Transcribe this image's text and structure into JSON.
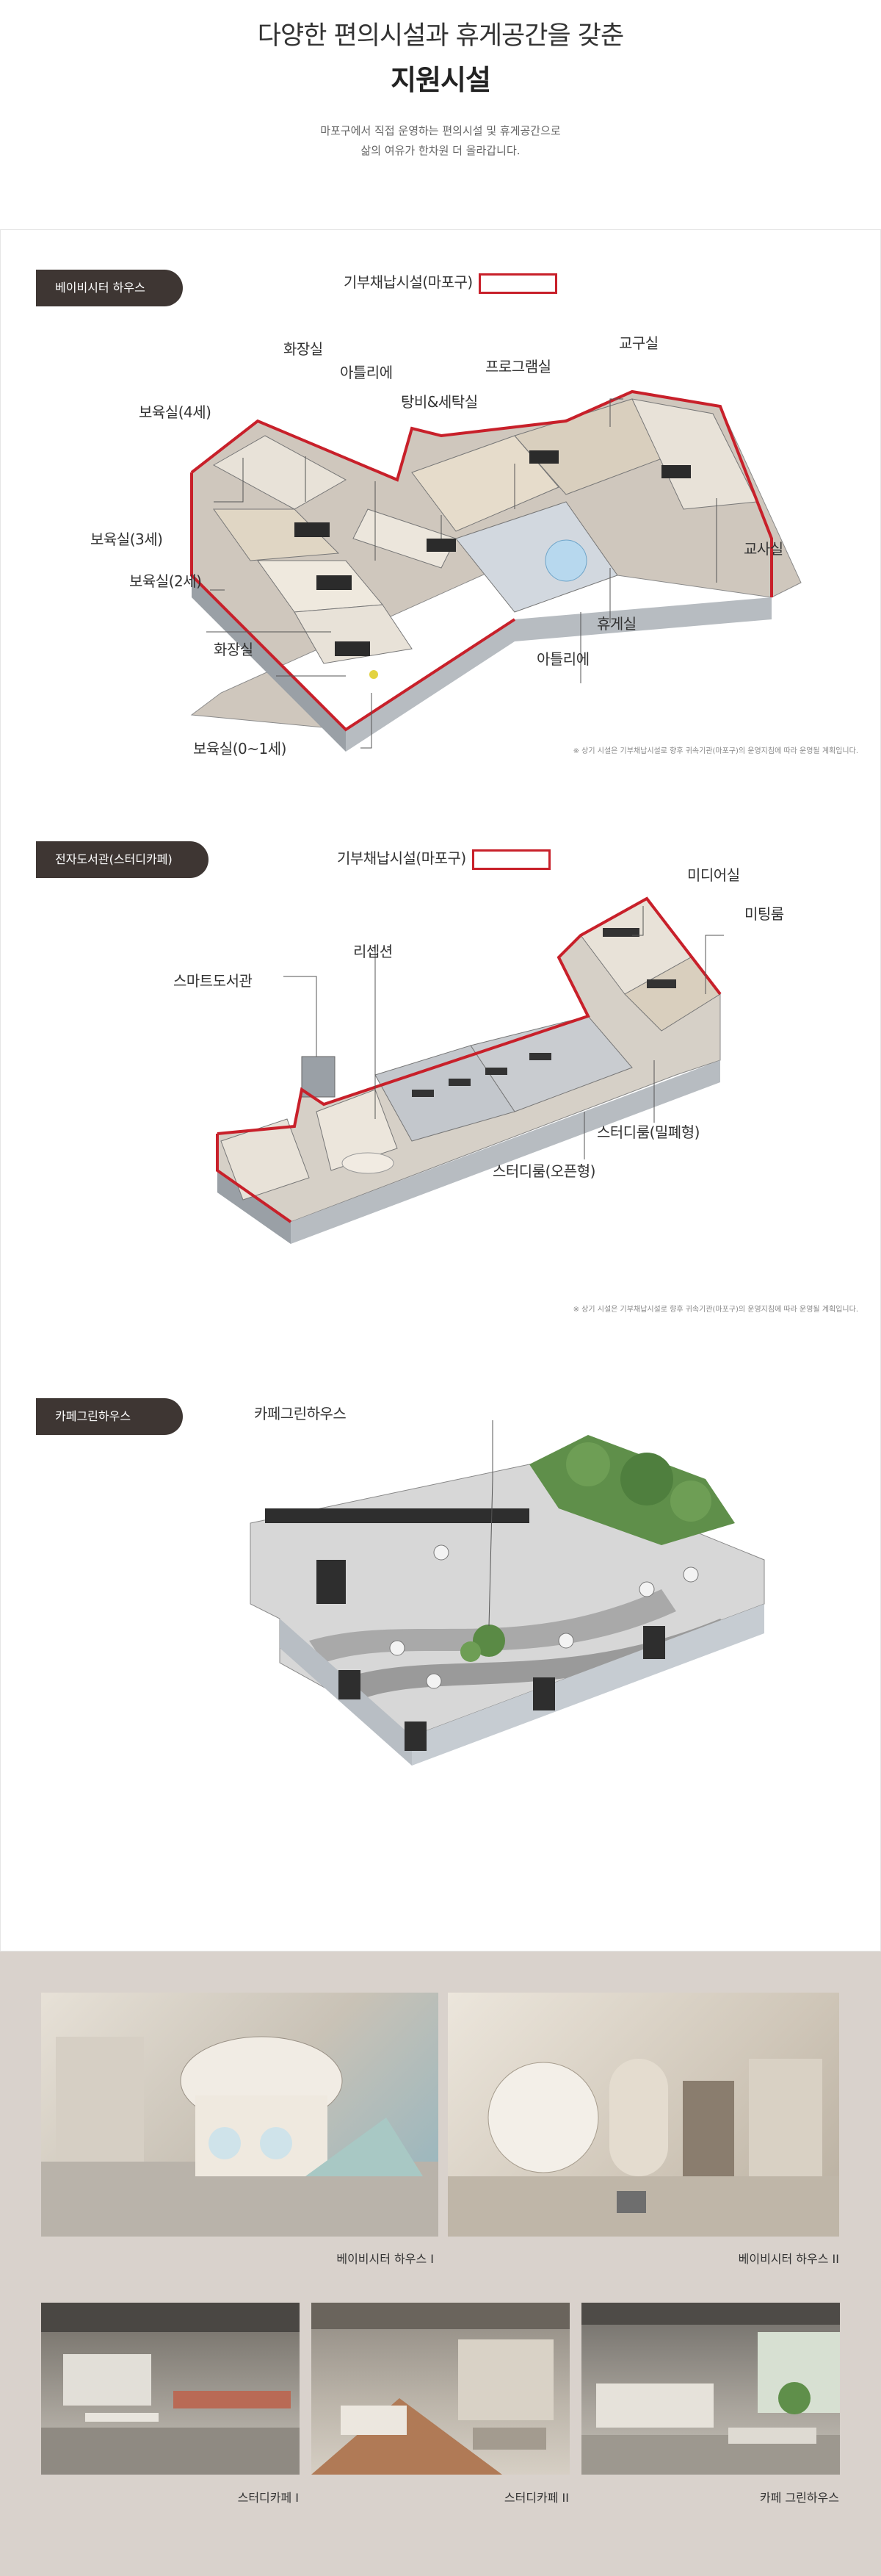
{
  "header": {
    "title_line1": "다양한 편의시설과 휴게공간을 갖춘",
    "title_line2": "지원시설",
    "desc_line1": "마포구에서 직접 운영하는 편의시설 및 휴게공간으로",
    "desc_line2": "삶의 여유가 한차원 더 올라갑니다."
  },
  "section1": {
    "tag": "베이비시터 하우스",
    "legend": "기부채납시설(마포구)",
    "labels": {
      "restroom_top": "화장실",
      "atelier_top": "아틀리에",
      "program_room": "프로그램실",
      "toy_room": "교구실",
      "nursery4": "보육실(4세)",
      "stroller_laundry": "탕비&세탁실",
      "teacher_room": "교사실",
      "nursery3": "보육실(3세)",
      "nursery2": "보육실(2세)",
      "lounge": "휴게실",
      "restroom_bottom": "화장실",
      "atelier_bottom": "아틀리에",
      "nursery01": "보육실(0~1세)"
    },
    "note": "※ 상기 시설은 기부채납시설로 향후 귀속기관(마포구)의 운영지침에 따라 운영될 계획입니다."
  },
  "section2": {
    "tag": "전자도서관(스터디카페)",
    "legend": "기부채납시설(마포구)",
    "labels": {
      "media_room": "미디어실",
      "meeting_room": "미팅룸",
      "smart_library": "스마트도서관",
      "reception": "리셉션",
      "study_closed": "스터디룸(밀폐형)",
      "study_open": "스터디룸(오픈형)"
    },
    "note": "※ 상기 시설은 기부채납시설로 향후 귀속기관(마포구)의 운영지침에 따라 운영될 계획입니다."
  },
  "section3": {
    "tag": "카페그린하우스",
    "labels": {
      "cafe_green_house": "카페그린하우스"
    }
  },
  "gallery": {
    "captions": {
      "baby1": "베이비시터 하우스 I",
      "baby2": "베이비시터 하우스 II",
      "study1": "스터디카페 I",
      "study2": "스터디카페 II",
      "cafe": "카페 그린하우스"
    }
  },
  "colors": {
    "tag_bg": "#3e3633",
    "legend_red": "#c8202a",
    "gallery_bg": "#d9d2cc"
  }
}
